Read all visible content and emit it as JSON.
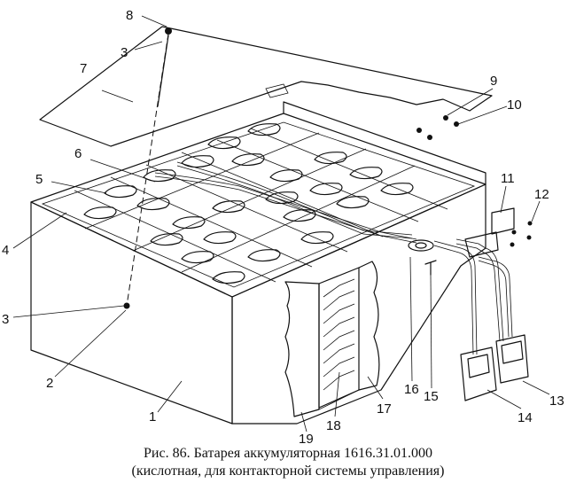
{
  "figure": {
    "caption_line1": "Рис. 86. Батарея аккумуляторная 1616.31.01.000",
    "caption_line2": "(кислотная, для контакторной системы управления)"
  },
  "callouts": {
    "c1": "1",
    "c2": "2",
    "c3a": "3",
    "c3b": "3",
    "c4": "4",
    "c5": "5",
    "c6": "6",
    "c7": "7",
    "c8": "8",
    "c9": "9",
    "c10": "10",
    "c11": "11",
    "c12": "12",
    "c13": "13",
    "c14": "14",
    "c15": "15",
    "c16": "16",
    "c17": "17",
    "c18": "18",
    "c19": "19"
  }
}
